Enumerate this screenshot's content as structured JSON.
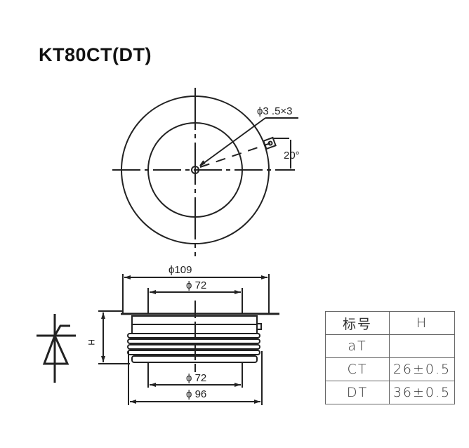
{
  "title": "KT80CT(DT)",
  "top_view": {
    "hole_label": "ϕ3 .5×3",
    "angle_label": "20°"
  },
  "side_view": {
    "dim_109": "ϕ109",
    "dim_72_top": "ϕ 72",
    "dim_72_bottom": "ϕ 72",
    "dim_96": "ϕ 96",
    "height_label": "H"
  },
  "table": {
    "headers": [
      "标号",
      "H"
    ],
    "rows": [
      [
        "aT",
        ""
      ],
      [
        "CT",
        "26±0.5"
      ],
      [
        "DT",
        "36±0.5"
      ]
    ]
  }
}
